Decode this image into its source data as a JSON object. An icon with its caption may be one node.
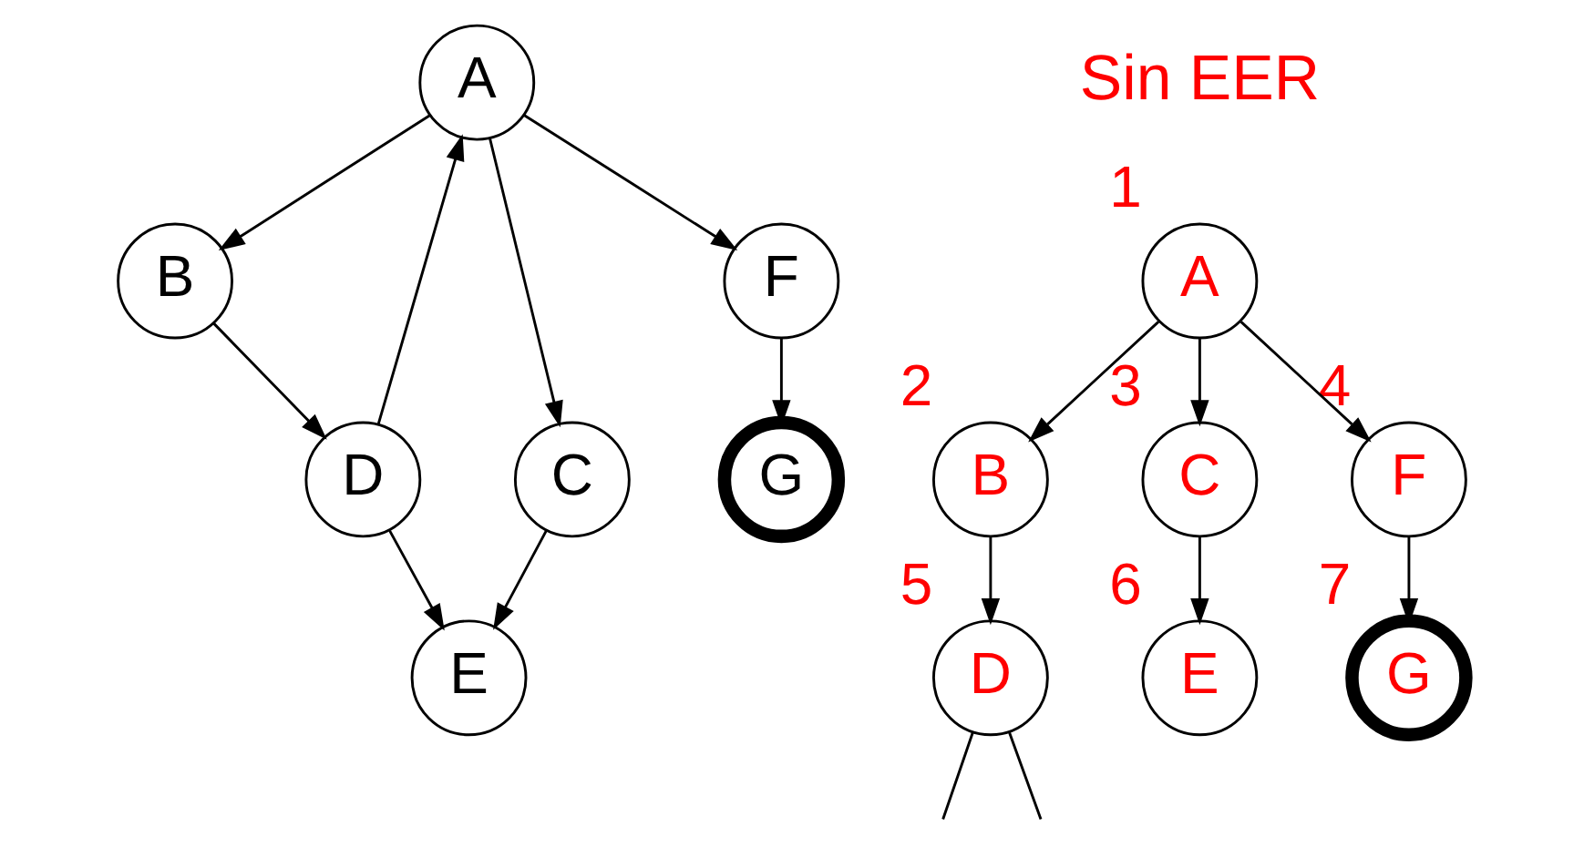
{
  "diagram": {
    "nodes": [
      {
        "text": [
          "A"
        ]
      },
      {
        "text": [
          "B"
        ]
      },
      {
        "text": [
          "C"
        ]
      },
      {
        "text": [
          "F"
        ]
      },
      {
        "text": [
          "D"
        ]
      },
      {
        "text": [
          "E"
        ]
      },
      {
        "text": [
          "G"
        ]
      },
      {
        "text": [
          "A"
        ],
        "beside": [
          "1"
        ]
      },
      {
        "text": [
          "B"
        ],
        "beside": [
          "2"
        ]
      },
      {
        "text": [
          "C"
        ],
        "beside": [
          "3"
        ]
      },
      {
        "text": [
          "F"
        ],
        "beside": [
          "4"
        ]
      },
      {
        "text": [
          "D"
        ],
        "beside": [
          "5"
        ]
      },
      {
        "text": [
          "E"
        ],
        "beside": [
          "6"
        ]
      },
      {
        "text": [
          "G"
        ],
        "beside": [
          "7"
        ]
      }
    ],
    "edges": [
      {
        "from": 0,
        "to": 1,
        "arrow": "to"
      },
      {
        "from": 0,
        "to": 2,
        "arrow": "to"
      },
      {
        "from": 0,
        "to": 3,
        "arrow": "to"
      },
      {
        "from": 1,
        "to": 4,
        "arrow": "to"
      },
      {
        "from": 4,
        "to": 0,
        "arrow": "to"
      },
      {
        "from": 4,
        "to": 5,
        "arrow": "to"
      },
      {
        "from": 2,
        "to": 5,
        "arrow": "to"
      },
      {
        "from": 3,
        "to": 6,
        "arrow": "to"
      },
      {
        "from": 7,
        "to": 8,
        "arrow": "to"
      },
      {
        "from": 7,
        "to": 9,
        "arrow": "to"
      },
      {
        "from": 7,
        "to": 10,
        "arrow": "to"
      },
      {
        "from": 8,
        "to": 11,
        "arrow": "to"
      },
      {
        "from": 9,
        "to": 12,
        "arrow": "to"
      },
      {
        "from": 10,
        "to": 13,
        "arrow": "to"
      },
      {
        "from": 11,
        "to": null,
        "arrow": "none"
      },
      {
        "from": 11,
        "to": null,
        "arrow": "none"
      }
    ],
    "labels": [
      "Sin EER"
    ]
  }
}
